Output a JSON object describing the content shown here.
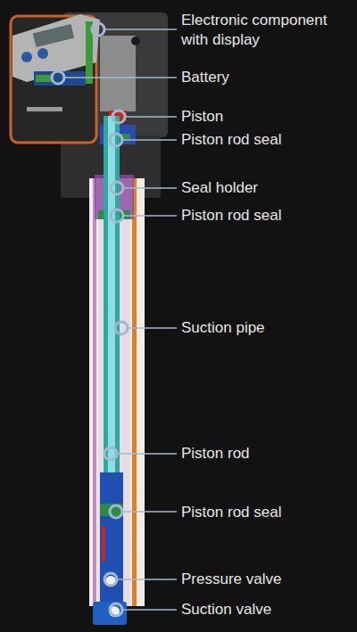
{
  "diagram": {
    "labels": [
      "Electronic component with display",
      "Battery",
      "Piston",
      "Piston rod seal",
      "Seal holder",
      "Piston rod seal",
      "Suction pipe",
      "Piston rod",
      "Piston rod seal",
      "Pressure valve",
      "Suction valve"
    ]
  }
}
